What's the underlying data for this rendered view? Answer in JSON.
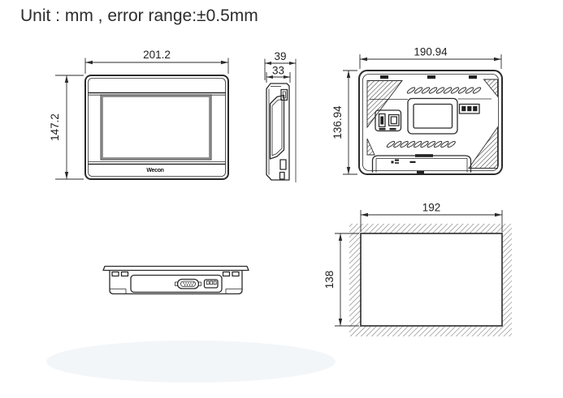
{
  "title": "Unit : mm , error range:±0.5mm",
  "front_view": {
    "width_mm": "201.2",
    "height_mm": "147.2",
    "logo": "Wecon"
  },
  "side_view": {
    "overall_depth_mm": "39",
    "body_depth_mm": "33"
  },
  "rear_view": {
    "width_mm": "190.94",
    "height_mm": "136.94"
  },
  "cutout_view": {
    "width_mm": "192",
    "height_mm": "138"
  },
  "colors": {
    "line": "#2b2b2b",
    "screen_border": "#8c8c8c",
    "hatch": "#8f8f8f",
    "background": "#ffffff"
  }
}
